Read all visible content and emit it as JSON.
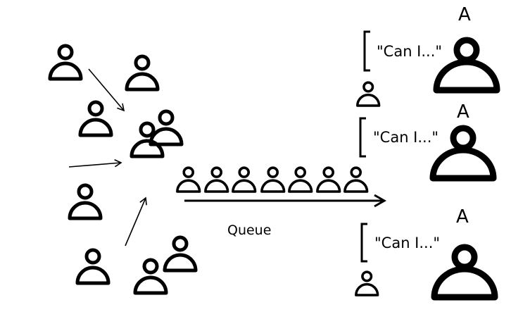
{
  "queue": {
    "label": "Queue"
  },
  "requests": [
    {
      "text": "\"Can I...\""
    },
    {
      "text": "\"Can I...\""
    },
    {
      "text": "\"Can I...\""
    }
  ],
  "agents": [
    {
      "label": "A"
    },
    {
      "label": "A"
    },
    {
      "label": "A"
    }
  ],
  "icons": {
    "person": "person-icon",
    "arrow": "arrow-icon"
  },
  "colors": {
    "ink": "#000000",
    "background": "#ffffff"
  }
}
